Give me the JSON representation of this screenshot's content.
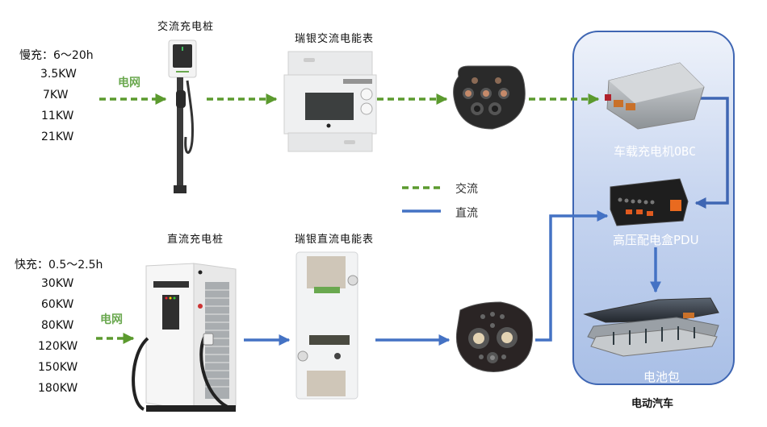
{
  "title": "电动汽车充电计量示意图",
  "ac_section": {
    "mode_label": "慢充：6～20h",
    "powers": [
      "3.5KW",
      "7KW",
      "11KW",
      "21KW"
    ],
    "grid_label": "电网",
    "charger_label": "交流充电桩",
    "meter_label": "瑞银交流电能表"
  },
  "dc_section": {
    "mode_label": "快充：0.5～2.5h",
    "powers": [
      "30KW",
      "60KW",
      "80KW",
      "120KW",
      "150KW",
      "180KW"
    ],
    "grid_label": "电网",
    "charger_label": "直流充电桩",
    "meter_label": "瑞银直流电能表"
  },
  "legend": {
    "items": [
      {
        "label": "交流",
        "style": "dashed",
        "color": "#5b9a2e"
      },
      {
        "label": "直流",
        "style": "solid",
        "color": "#4472c4"
      }
    ]
  },
  "vehicle": {
    "title": "电动汽车",
    "components": {
      "obc": "车载充电机OBC",
      "pdu": "高压配电盒PDU",
      "battery": "电池包"
    }
  },
  "colors": {
    "ac_line": "#5b9a2e",
    "dc_line": "#4472c4",
    "ev_border": "#3f66b3",
    "grid_text": "#6aa84f"
  }
}
